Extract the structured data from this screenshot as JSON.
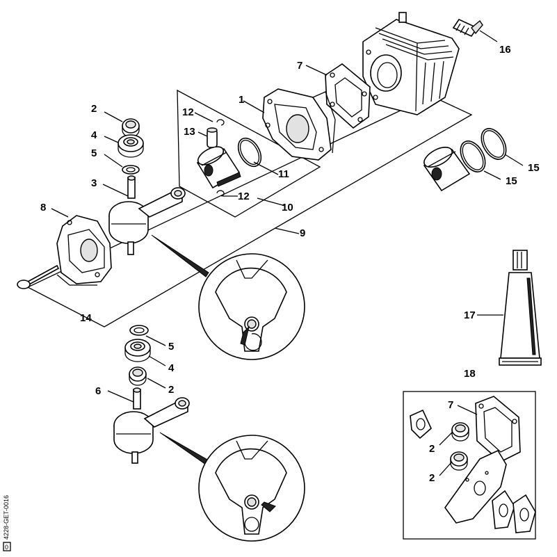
{
  "labels": {
    "p1": "1",
    "p2a": "2",
    "p2b": "2",
    "p2c": "2",
    "p2d": "2",
    "p3": "3",
    "p4a": "4",
    "p4b": "4",
    "p5a": "5",
    "p5b": "5",
    "p6": "6",
    "p7a": "7",
    "p7b": "7",
    "p8": "8",
    "p9": "9",
    "p10": "10",
    "p11": "11",
    "p12a": "12",
    "p12b": "12",
    "p13": "13",
    "p14": "14",
    "p15a": "15",
    "p15b": "15",
    "p16": "16",
    "p17": "17",
    "p18": "18"
  },
  "doc_code": "4228-GET-0016",
  "page_marker": "0"
}
